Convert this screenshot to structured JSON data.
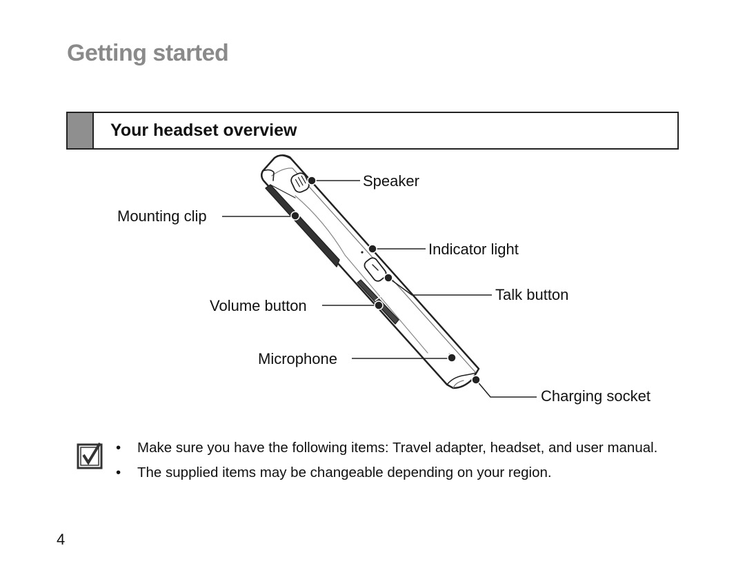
{
  "header": {
    "title": "Getting started"
  },
  "section": {
    "title": "Your headset overview"
  },
  "diagram": {
    "labels": {
      "speaker": "Speaker",
      "mounting_clip": "Mounting clip",
      "indicator_light": "Indicator light",
      "talk_button": "Talk button",
      "volume_button": "Volume button",
      "microphone": "Microphone",
      "charging_socket": "Charging socket"
    }
  },
  "notes": {
    "icon": "checkbox-check-icon",
    "items": [
      "Make sure you have the following items: Travel adapter, headset, and user manual.",
      "The supplied items may be changeable depending on your region."
    ]
  },
  "footer": {
    "page_number": "4"
  }
}
